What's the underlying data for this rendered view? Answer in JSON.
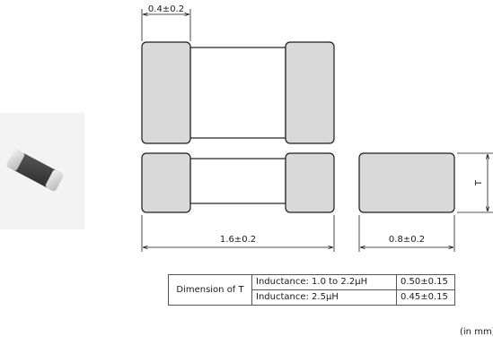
{
  "dimensions": {
    "electrode_width": "0.4±0.2",
    "length": "1.6±0.2",
    "width": "0.8±0.2",
    "thickness_symbol": "T"
  },
  "table": {
    "label": "Dimension of T",
    "rows": [
      {
        "condition": "Inductance: 1.0 to 2.2μH",
        "value": "0.50±0.15"
      },
      {
        "condition": "Inductance: 2.5μH",
        "value": "0.45±0.15"
      }
    ]
  },
  "unit_note": "(in mm)",
  "colors": {
    "electrode": "#d9d9d9",
    "body": "#ffffff",
    "outline": "#1a1a1a",
    "chip_body": "#3d3d3d",
    "chip_photo_bg": "#f0f0f0"
  }
}
